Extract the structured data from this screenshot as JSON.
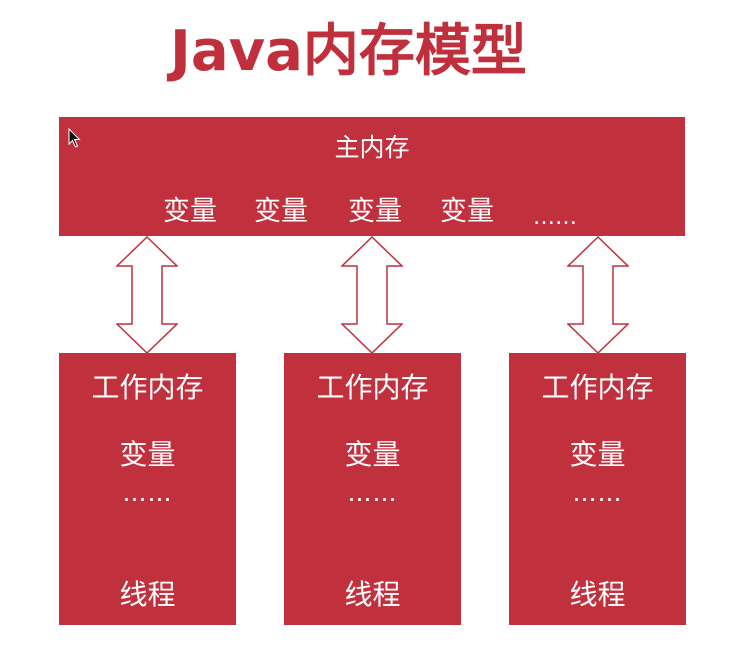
{
  "title": "Java内存模型",
  "main_memory": {
    "title": "主内存",
    "variables": [
      "变量",
      "变量",
      "变量",
      "变量",
      "……"
    ]
  },
  "threads": [
    {
      "title": "工作内存",
      "variable": "变量",
      "ellipsis": "……",
      "label": "线程"
    },
    {
      "title": "工作内存",
      "variable": "变量",
      "ellipsis": "……",
      "label": "线程"
    },
    {
      "title": "工作内存",
      "variable": "变量",
      "ellipsis": "……",
      "label": "线程"
    }
  ],
  "colors": {
    "box": "#c1303d",
    "title": "#c0303c",
    "arrow_stroke": "#c1303d",
    "text": "#ffffff"
  }
}
